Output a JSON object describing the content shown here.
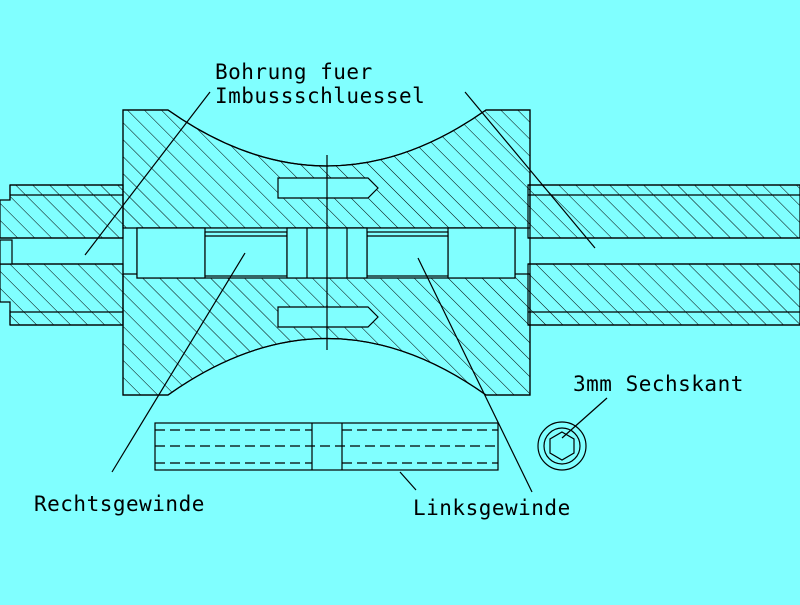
{
  "colors": {
    "background": "#80FFFF",
    "line": "#000000"
  },
  "labels": {
    "bore_line1": "Bohrung fuer",
    "bore_line2": "Imbussschluessel",
    "right_thread": "Rechtsgewinde",
    "left_thread": "Linksgewinde",
    "hex": "3mm Sechskant"
  }
}
